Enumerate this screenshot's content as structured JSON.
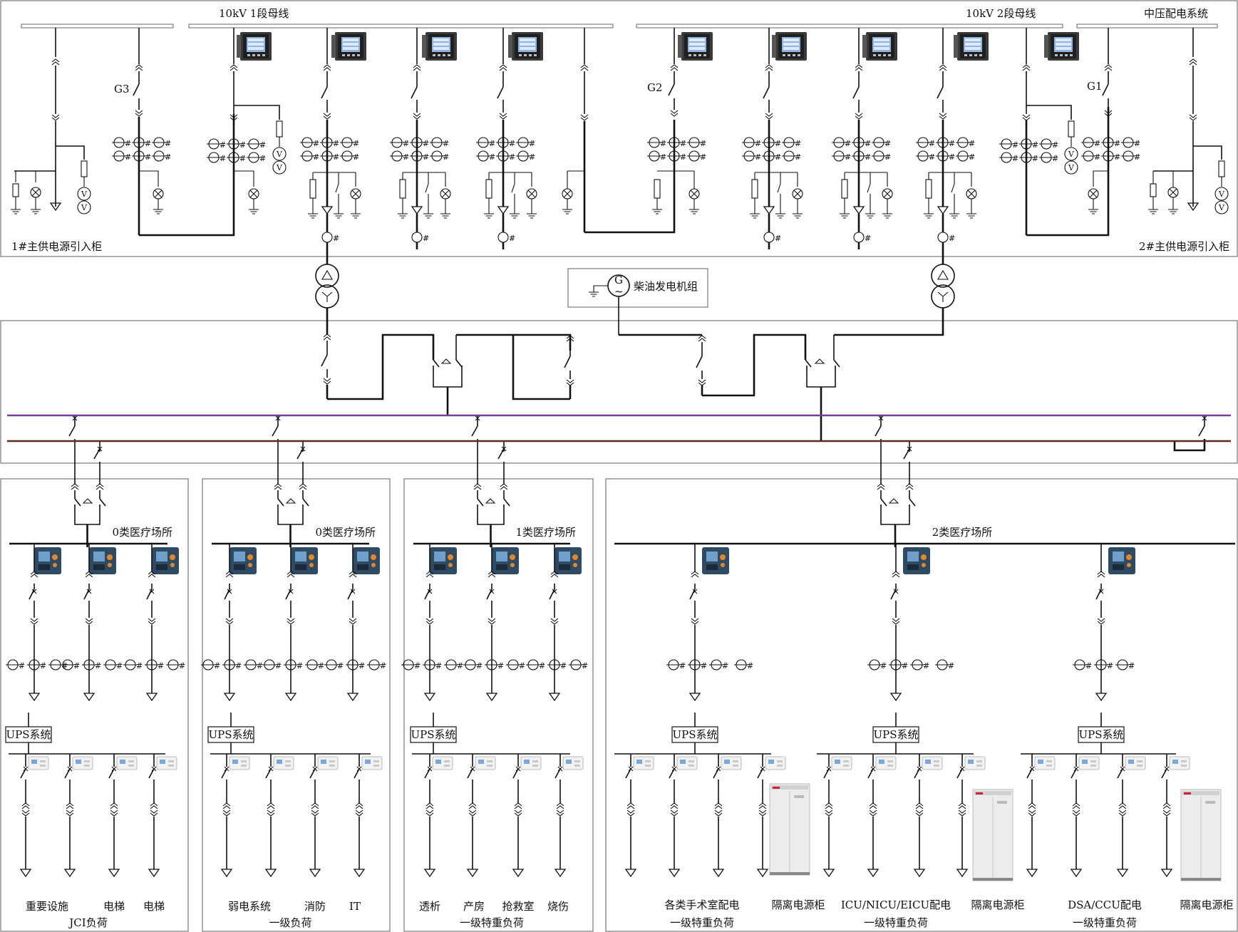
{
  "mv": {
    "bus1_label": "10kV 1段母线",
    "bus2_label": "10kV 2段母线",
    "system_label": "中压配电系统",
    "incoming1_label": "1#主供电源引入柜",
    "incoming2_label": "2#主供电源引入柜",
    "gen_switches": [
      "G3",
      "G2",
      "G1"
    ],
    "ct_mark": "#"
  },
  "generator": {
    "symbol": "G",
    "tilde": "~",
    "label": "柴油发电机组"
  },
  "voltmeter_glyph": "V",
  "sections": [
    {
      "bus_label": "0类医疗场所",
      "ups": "UPS系统",
      "loads": [
        "重要设施",
        "电梯",
        "电梯"
      ],
      "class_label": "JCI负荷"
    },
    {
      "bus_label": "0类医疗场所",
      "ups": "UPS系统",
      "loads": [
        "弱电系统",
        "消防",
        "IT"
      ],
      "class_label": "一级负荷"
    },
    {
      "bus_label": "1类医疗场所",
      "ups": "UPS系统",
      "loads": [
        "透析",
        "产房",
        "抢救室",
        "烧伤"
      ],
      "class_label": "一级特重负荷"
    },
    {
      "bus_label": "2类医疗场所",
      "groups": [
        {
          "ups": "UPS系统",
          "load": "各类手术室配电",
          "class_label": "一级特重负荷",
          "cabinet": "隔离电源柜"
        },
        {
          "ups": "UPS系统",
          "load": "ICU/NICU/EICU配电",
          "class_label": "一级特重负荷",
          "cabinet": "隔离电源柜"
        },
        {
          "ups": "UPS系统",
          "load": "DSA/CCU配电",
          "class_label": "一级特重负荷",
          "cabinet": "隔离电源柜"
        }
      ]
    }
  ],
  "colors": {
    "line": "#111111",
    "frame": "#777777",
    "bus_purple": "#7a3b9a",
    "bus_brown": "#5a2c1e",
    "meter_body": "#2b2b2b",
    "meter_screen": "#7aa8d8",
    "device_blue": "#2f6f9f",
    "device_orange": "#e6862a",
    "cabinet": "#ececec"
  }
}
